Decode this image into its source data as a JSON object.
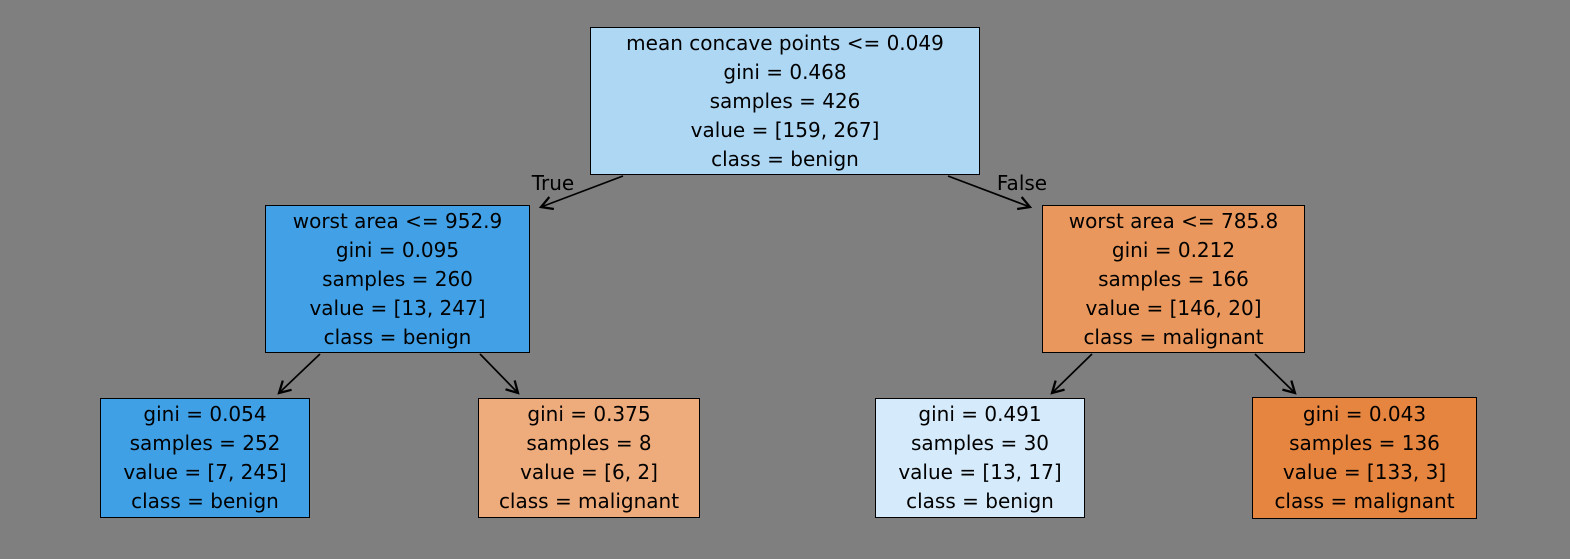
{
  "figure": {
    "background_color": "#7f7f7f",
    "type": "decision-tree-plot"
  },
  "edge_labels": {
    "true": "True",
    "false": "False"
  },
  "nodes": {
    "root": {
      "condition": "mean concave points <= 0.049",
      "gini": "gini = 0.468",
      "samples": "samples = 426",
      "value": "value = [159, 267]",
      "class": "class = benign",
      "fill": "#aed7f4"
    },
    "left_internal": {
      "condition": "worst area <= 952.9",
      "gini": "gini = 0.095",
      "samples": "samples = 260",
      "value": "value = [13, 247]",
      "class": "class = benign",
      "fill": "#42a1e6"
    },
    "right_internal": {
      "condition": "worst area <= 785.8",
      "gini": "gini = 0.212",
      "samples": "samples = 166",
      "value": "value = [146, 20]",
      "class": "class = malignant",
      "fill": "#e9975c"
    },
    "leaf_left_left": {
      "gini": "gini = 0.054",
      "samples": "samples = 252",
      "value": "value = [7, 245]",
      "class": "class = benign",
      "fill": "#3fa0e6"
    },
    "leaf_left_right": {
      "gini": "gini = 0.375",
      "samples": "samples = 8",
      "value": "value = [6, 2]",
      "class": "class = malignant",
      "fill": "#eeab7b"
    },
    "leaf_right_left": {
      "gini": "gini = 0.491",
      "samples": "samples = 30",
      "value": "value = [13, 17]",
      "class": "class = benign",
      "fill": "#d5eafa"
    },
    "leaf_right_right": {
      "gini": "gini = 0.043",
      "samples": "samples = 136",
      "value": "value = [133, 3]",
      "class": "class = malignant",
      "fill": "#e6853f"
    }
  }
}
